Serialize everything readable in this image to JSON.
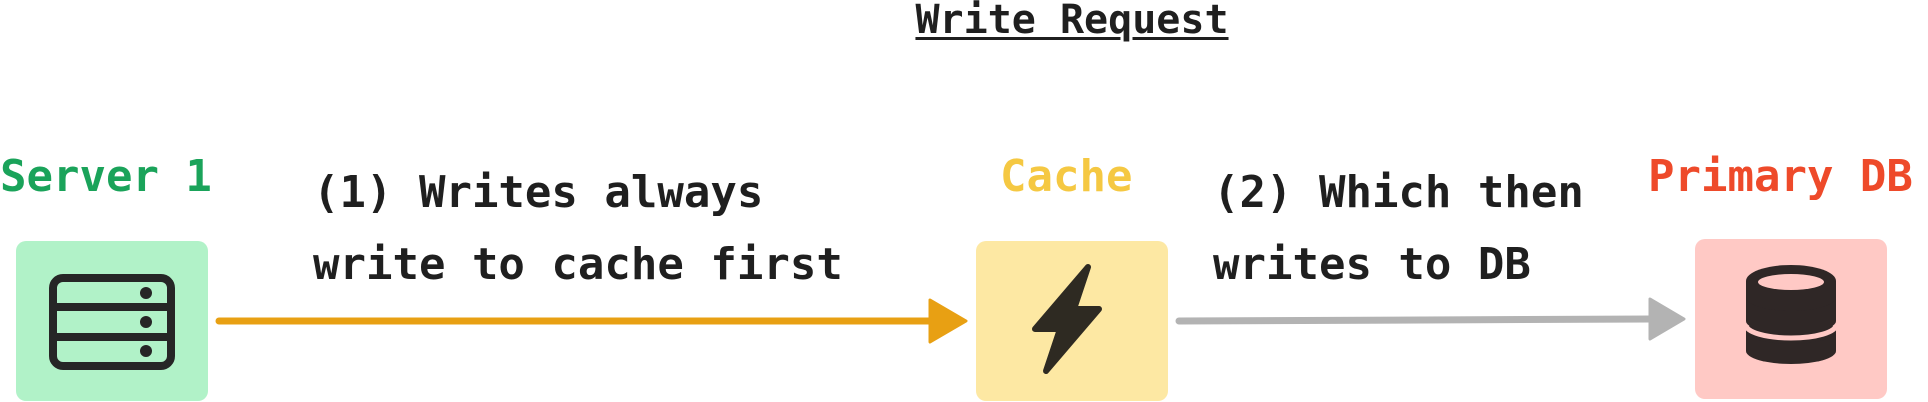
{
  "title": "Write Request",
  "nodes": [
    {
      "id": "server",
      "label": "Server 1",
      "icon": "server-icon",
      "label_color": "#1aa35a",
      "box_color": "#b1f2c8"
    },
    {
      "id": "cache",
      "label": "Cache",
      "icon": "lightning-bolt-icon",
      "label_color": "#f5c842",
      "box_color": "#fde8a3"
    },
    {
      "id": "db",
      "label": "Primary DB",
      "icon": "database-icon",
      "label_color": "#ee4a2a",
      "box_color": "#ffc9c5"
    }
  ],
  "steps": [
    {
      "line1": "(1) Writes always",
      "line2": "write to cache first"
    },
    {
      "line1": "(2) Which then",
      "line2": "writes to DB"
    }
  ],
  "edges": [
    {
      "from": "server",
      "to": "cache",
      "color": "#e8a013"
    },
    {
      "from": "cache",
      "to": "db",
      "color": "#b3b3b3"
    }
  ]
}
